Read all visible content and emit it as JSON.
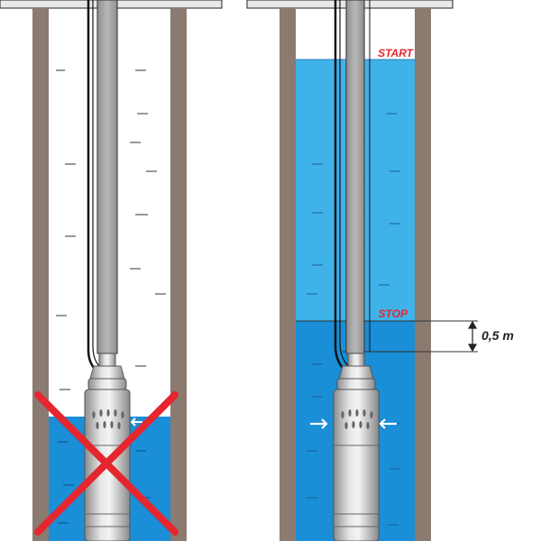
{
  "labels": {
    "start": "START",
    "stop": "STOP",
    "distance": "0,5 m"
  },
  "colors": {
    "casing": "#8a7a70",
    "water_dark": "#1a8ed6",
    "water_light": "#3fb2ea",
    "pipe": "#9e9e9e",
    "pump_body": "#c7c7c7",
    "cross": "#e5262f",
    "marker_text": "#e5262f",
    "cable": "#111111"
  },
  "icons": {
    "wrong": "red-cross-icon",
    "inflow": "arrow-icon"
  }
}
